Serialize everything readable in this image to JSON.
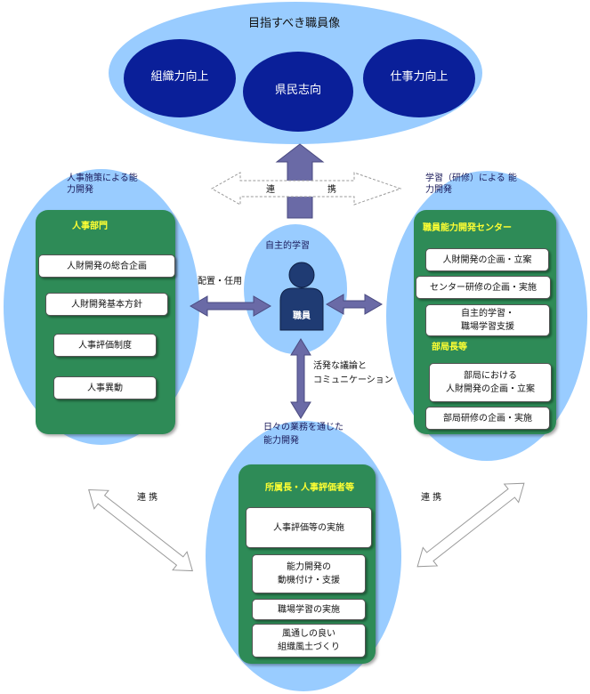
{
  "top": {
    "title": "目指すべき職員像",
    "circles": [
      "組織力向上",
      "県民志向",
      "仕事力向上"
    ]
  },
  "left": {
    "heading_line1": "人事施策による能",
    "heading_line2": "力開発",
    "dept": "人事部門",
    "items": [
      "人財開発の総合企画",
      "人財開発基本方針",
      "人事評価制度",
      "人事異動"
    ]
  },
  "right": {
    "heading_line1": "学習（研修）による 能",
    "heading_line2": "力開発",
    "dept": "職員能力開発センター",
    "items": [
      "人財開発の企画・立案",
      "センター研修の企画・実施",
      "自主的学習・\n職場学習支援"
    ],
    "dept2": "部局長等",
    "items2": [
      "部局における\n人財開発の企画・立案",
      "部局研修の企画・実施"
    ]
  },
  "bottom": {
    "heading_line1": "日々の業務を通じた",
    "heading_line2": "能力開発",
    "dept": "所属長・人事評価者等",
    "items": [
      "人事評価等の実施",
      "能力開発の\n動機付け・支援",
      "職場学習の実施",
      "風通しの良い\n組織風土づくり"
    ]
  },
  "center": {
    "heading": "自主的学習",
    "person": "職員"
  },
  "labels": {
    "renkei_left": "連",
    "renkei_right": "携",
    "renkei_bl": "連 携",
    "renkei_br": "連 携",
    "haichi": "配置・任用",
    "katsu_line1": "活発な議論と",
    "katsu_line2": "コミュニケーション"
  },
  "colors": {
    "light_blue": "#99ccff",
    "navy": "#0a1f99",
    "green": "#2e8b57",
    "arrow": "#6a6aa6"
  }
}
